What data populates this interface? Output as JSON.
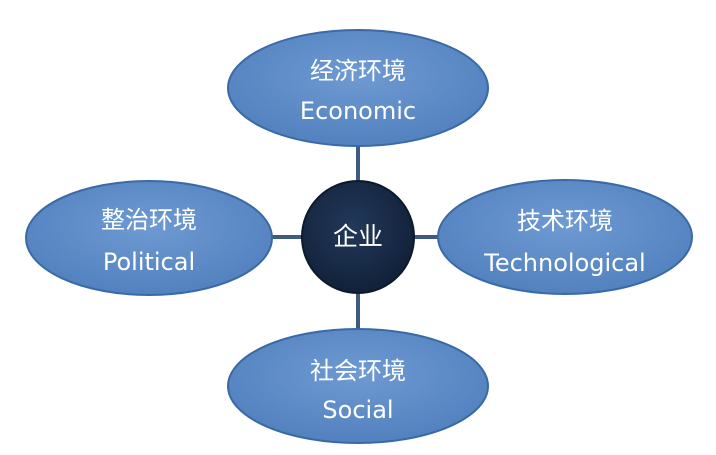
{
  "center": {
    "label": "企业"
  },
  "nodes": {
    "economic": {
      "label_zh": "经济环境",
      "label_en": "Economic"
    },
    "political": {
      "label_zh": "整治环境",
      "label_en": "Political"
    },
    "technological": {
      "label_zh": "技术环境",
      "label_en": "Technological"
    },
    "social": {
      "label_zh": "社会环境",
      "label_en": "Social"
    }
  },
  "colors": {
    "ellipse_fill": "#5b8ac7",
    "ellipse_stroke": "#3a6aa6",
    "center_fill": "#172a45",
    "connector": "#3f5c80"
  }
}
